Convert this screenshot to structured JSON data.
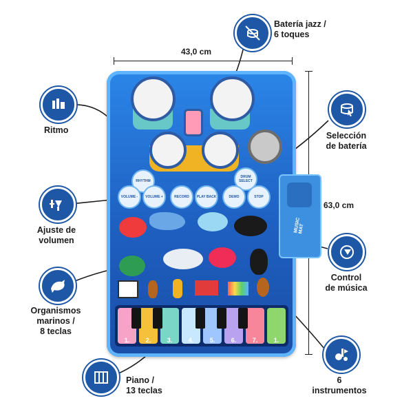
{
  "dimensions": {
    "width_label": "43,0 cm",
    "height_label": "63,0 cm"
  },
  "callouts": {
    "drum_kit": {
      "line1": "Batería jazz /",
      "line2": "6 toques",
      "icon": "drum-no-icon"
    },
    "rhythm": {
      "line1": "Ritmo",
      "icon": "rhythm-icon"
    },
    "drum_select": {
      "line1": "Selección",
      "line2": "de batería",
      "icon": "drum-select-icon"
    },
    "volume": {
      "line1": "Ajuste de",
      "line2": "volumen",
      "icon": "volume-icon"
    },
    "music_control": {
      "line1": "Control",
      "line2": "de música",
      "icon": "music-control-icon"
    },
    "sea_creatures": {
      "line1": "Organismos",
      "line2": "marinos /",
      "line3": "8 teclas",
      "icon": "dolphin-icon"
    },
    "instruments": {
      "line1": "6",
      "line2": "instrumentos",
      "icon": "instruments-icon"
    },
    "piano": {
      "line1": "Piano /",
      "line2": "13 teclas",
      "icon": "piano-icon"
    }
  },
  "mat": {
    "buttons": {
      "rhythm": "RHYTHM",
      "volume_minus": "VOLUME -",
      "volume_plus": "VOLUME +",
      "record": "RECORD",
      "play_back": "PLAY BACK",
      "demo": "DEMO",
      "stop": "STOP",
      "drum_select": "DRUM SELECT"
    },
    "controller_label": "MUSIC MAT",
    "piano_keys": [
      "1.",
      "2.",
      "3.",
      "4.",
      "5.",
      "6.",
      "7.",
      "1."
    ],
    "key_colors": [
      "#f7a3c7",
      "#f5c13b",
      "#7ad7c8",
      "#c8e8ff",
      "#9fc6ff",
      "#b9a3f0",
      "#f7869b",
      "#8fd66c"
    ]
  }
}
